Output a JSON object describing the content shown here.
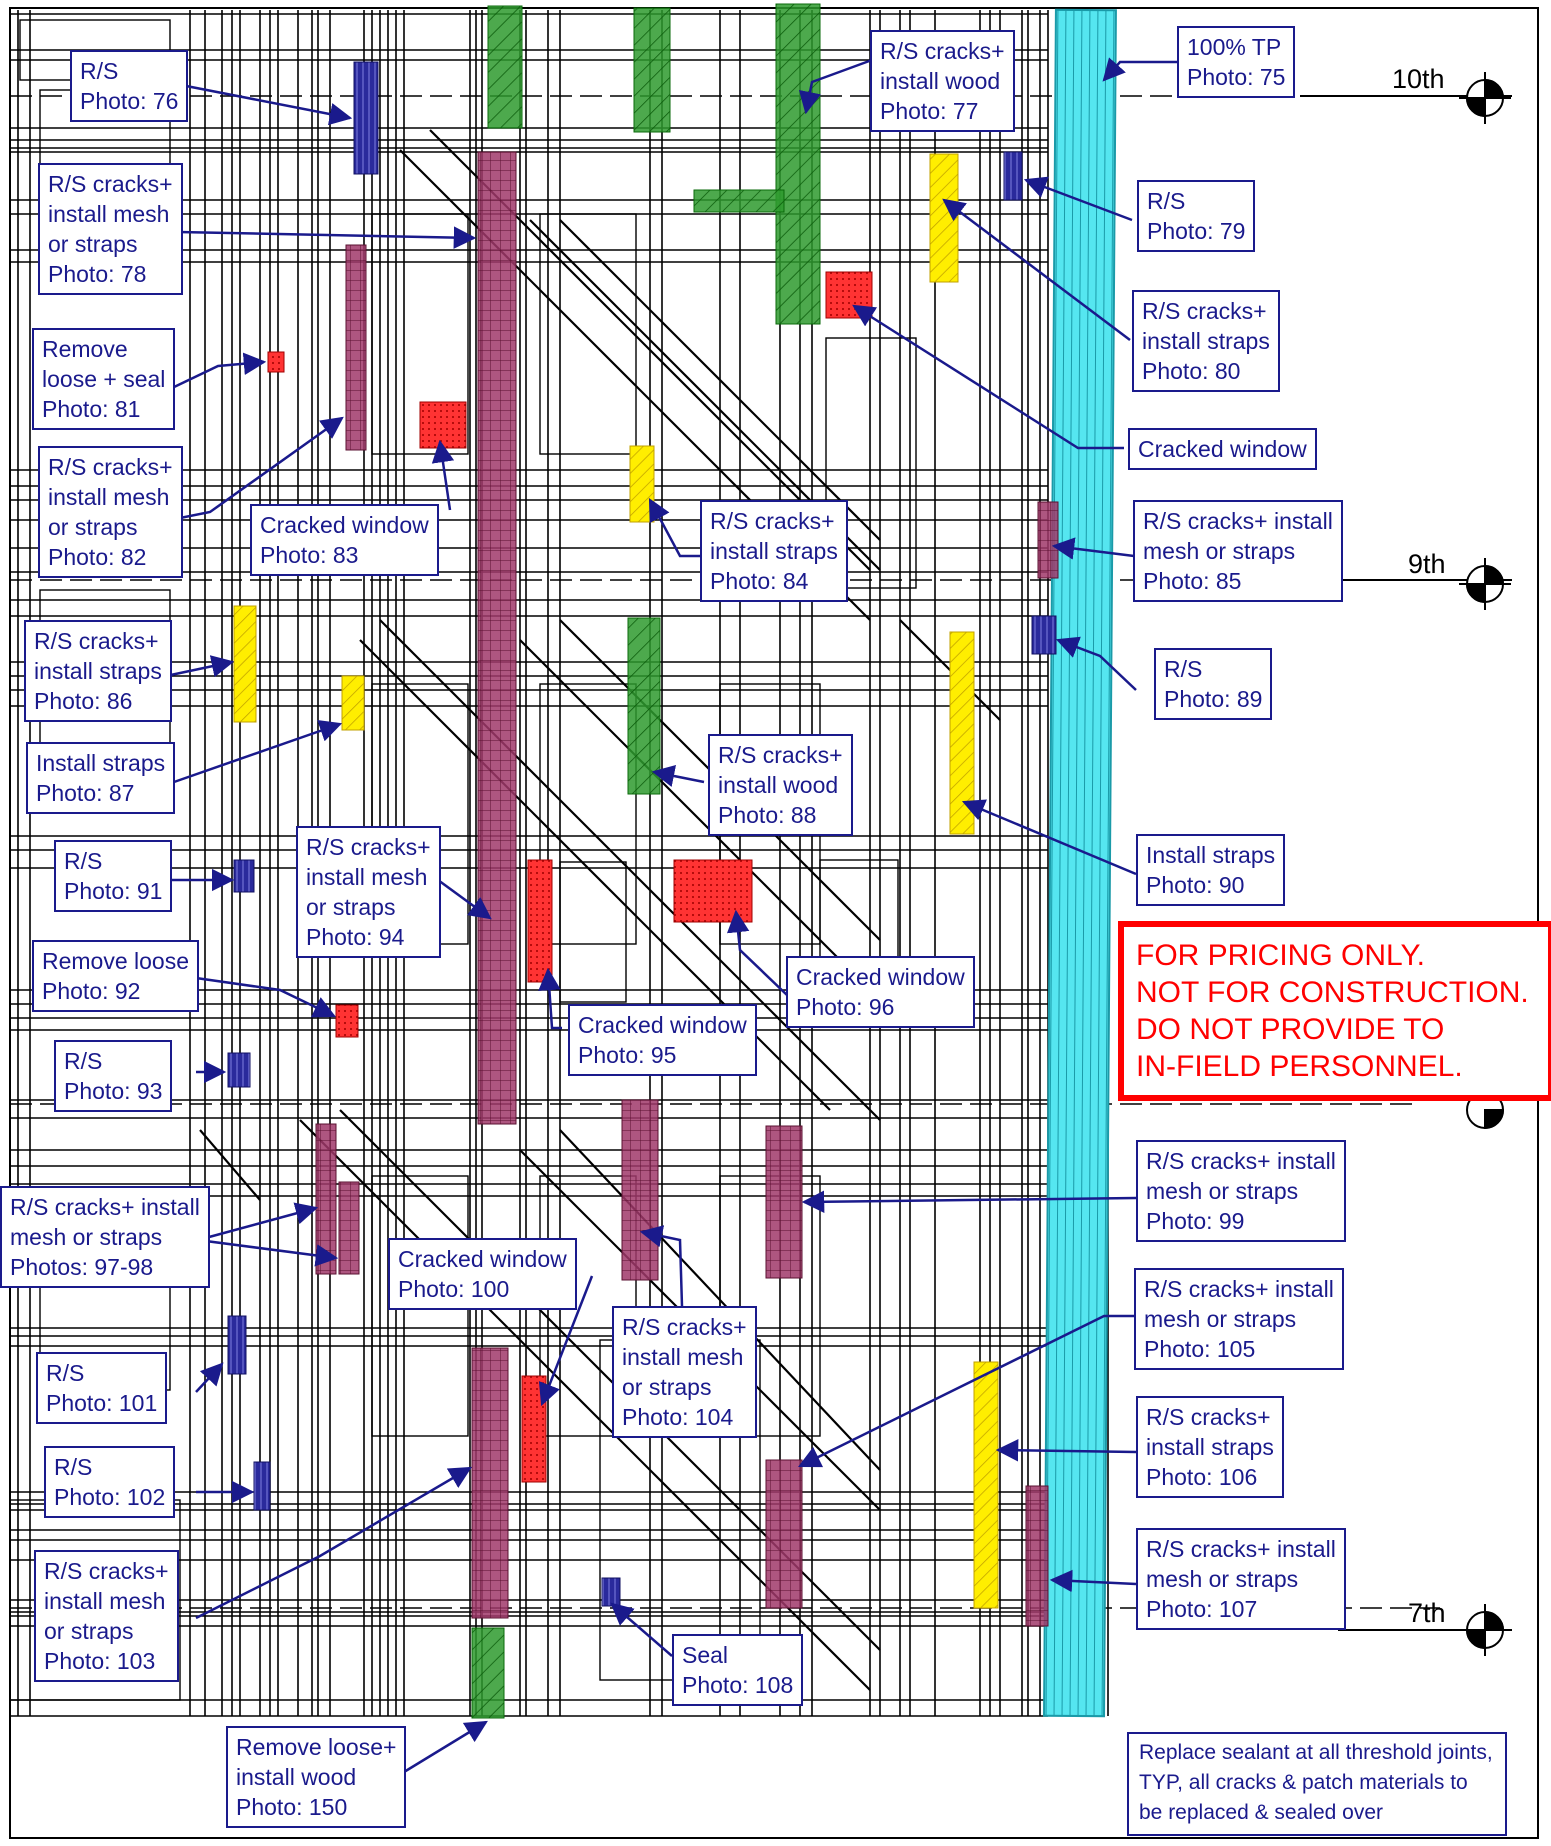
{
  "levels": {
    "tenth": "10th",
    "ninth": "9th",
    "seventh": "7th"
  },
  "callouts": [
    {
      "id": "76",
      "lines": [
        "R/S",
        "Photo: 76"
      ]
    },
    {
      "id": "77",
      "lines": [
        "R/S cracks+",
        "install wood",
        "Photo: 77"
      ]
    },
    {
      "id": "75",
      "lines": [
        "100% TP",
        "Photo: 75"
      ]
    },
    {
      "id": "78",
      "lines": [
        "R/S cracks+",
        "install mesh",
        "or straps",
        "Photo: 78"
      ]
    },
    {
      "id": "79",
      "lines": [
        "R/S",
        "Photo: 79"
      ]
    },
    {
      "id": "80",
      "lines": [
        "R/S cracks+",
        "install straps",
        "Photo: 80"
      ]
    },
    {
      "id": "81",
      "lines": [
        "Remove",
        "loose + seal",
        "Photo: 81"
      ]
    },
    {
      "id": "cw-top",
      "lines": [
        "Cracked window"
      ]
    },
    {
      "id": "82",
      "lines": [
        "R/S cracks+",
        "install mesh",
        "or straps",
        "Photo: 82"
      ]
    },
    {
      "id": "83",
      "lines": [
        "Cracked window",
        "Photo: 83"
      ]
    },
    {
      "id": "84",
      "lines": [
        "R/S cracks+",
        "install straps",
        "Photo: 84"
      ]
    },
    {
      "id": "85",
      "lines": [
        "R/S cracks+ install",
        "mesh or straps",
        "Photo: 85"
      ]
    },
    {
      "id": "86",
      "lines": [
        "R/S cracks+",
        "install straps",
        "Photo: 86"
      ]
    },
    {
      "id": "89",
      "lines": [
        "R/S",
        "Photo: 89"
      ]
    },
    {
      "id": "87",
      "lines": [
        "Install straps",
        "Photo: 87"
      ]
    },
    {
      "id": "88",
      "lines": [
        "R/S cracks+",
        "install wood",
        "Photo: 88"
      ]
    },
    {
      "id": "91",
      "lines": [
        "R/S",
        "Photo: 91"
      ]
    },
    {
      "id": "94",
      "lines": [
        "R/S cracks+",
        "install mesh",
        "or straps",
        "Photo: 94"
      ]
    },
    {
      "id": "90",
      "lines": [
        "Install straps",
        "Photo: 90"
      ]
    },
    {
      "id": "92",
      "lines": [
        "Remove loose",
        "Photo: 92"
      ]
    },
    {
      "id": "96",
      "lines": [
        "Cracked window",
        "Photo: 96"
      ]
    },
    {
      "id": "95",
      "lines": [
        "Cracked window",
        "Photo: 95"
      ]
    },
    {
      "id": "93",
      "lines": [
        "R/S",
        "Photo: 93"
      ]
    },
    {
      "id": "99",
      "lines": [
        "R/S cracks+ install",
        "mesh or straps",
        "Photo: 99"
      ]
    },
    {
      "id": "97",
      "lines": [
        "R/S cracks+ install",
        "mesh or straps",
        "Photos: 97-98"
      ]
    },
    {
      "id": "100",
      "lines": [
        "Cracked window",
        "Photo: 100"
      ]
    },
    {
      "id": "105",
      "lines": [
        "R/S cracks+ install",
        "mesh or straps",
        "Photo: 105"
      ]
    },
    {
      "id": "104",
      "lines": [
        "R/S cracks+",
        "install mesh",
        "or straps",
        "Photo: 104"
      ]
    },
    {
      "id": "101",
      "lines": [
        "R/S",
        "Photo: 101"
      ]
    },
    {
      "id": "106",
      "lines": [
        "R/S cracks+",
        "install straps",
        "Photo: 106"
      ]
    },
    {
      "id": "102",
      "lines": [
        "R/S",
        "Photo: 102"
      ]
    },
    {
      "id": "107",
      "lines": [
        "R/S cracks+ install",
        "mesh or straps",
        "Photo: 107"
      ]
    },
    {
      "id": "103",
      "lines": [
        "R/S cracks+",
        "install mesh",
        "or straps",
        "Photo: 103"
      ]
    },
    {
      "id": "108",
      "lines": [
        "Seal",
        "Photo: 108"
      ]
    },
    {
      "id": "150",
      "lines": [
        "Remove loose+",
        "install wood",
        "Photo: 150"
      ]
    }
  ],
  "disclaimer": [
    "FOR PRICING ONLY.",
    "NOT FOR CONSTRUCTION.",
    "DO NOT PROVIDE TO",
    "IN-FIELD PERSONNEL."
  ],
  "general_note": [
    "Replace sealant at all threshold joints,",
    "TYP, all cracks & patch materials to",
    "be replaced & sealed over"
  ],
  "legend_colors": {
    "route_seal": "#2a2a9c",
    "mesh_or_straps": "#a0386a",
    "straps": "#ffee00",
    "wood": "#2e9a2e",
    "cracked_window": "#ff3333",
    "total_patch": "#55e6f0"
  }
}
